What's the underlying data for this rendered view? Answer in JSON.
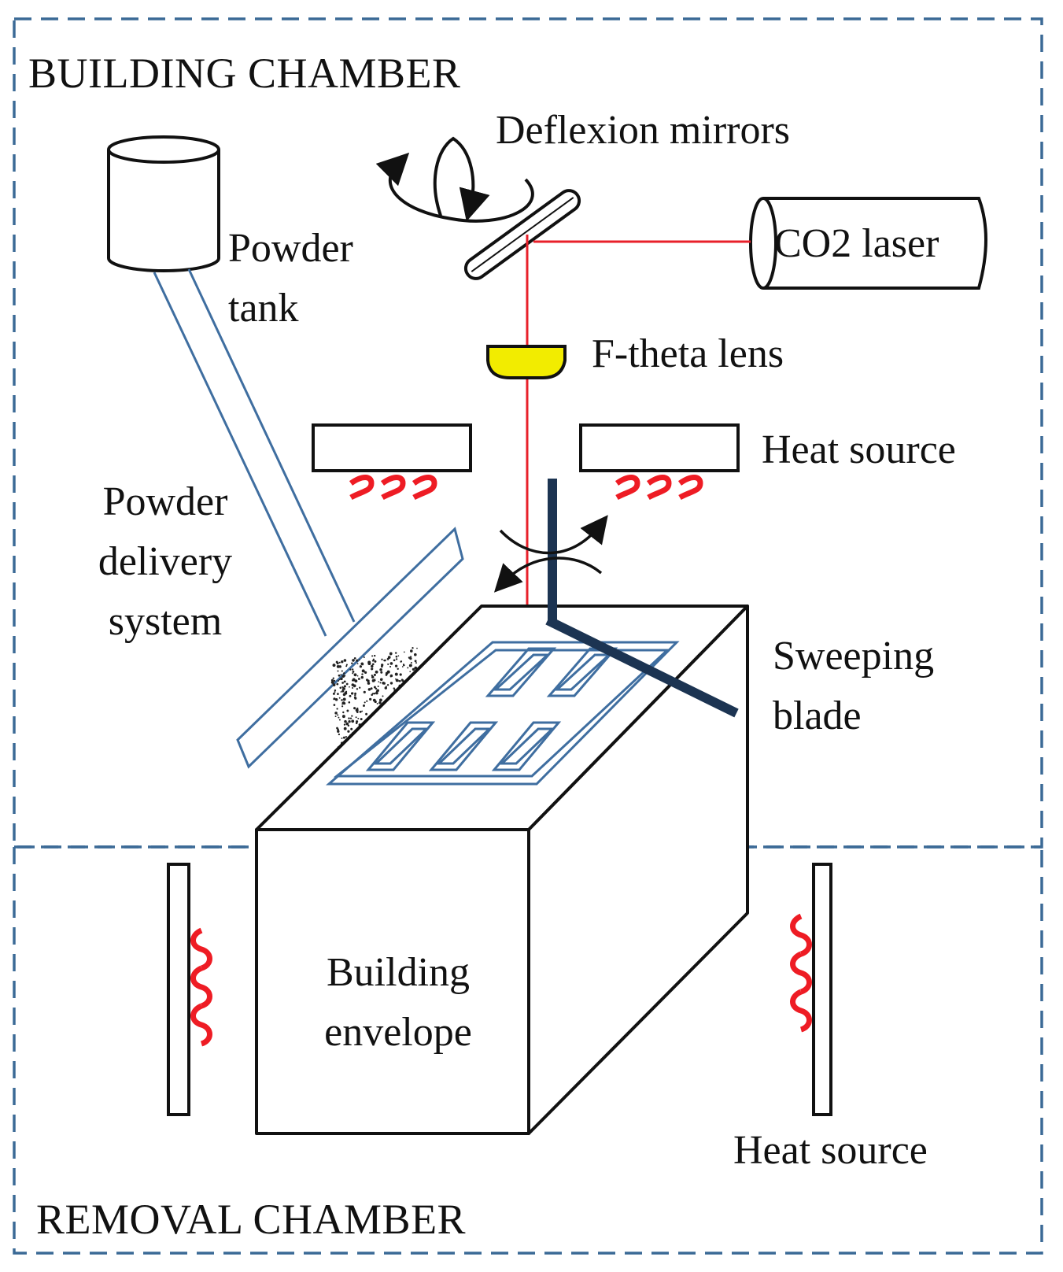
{
  "chambers": {
    "building": "BUILDING CHAMBER",
    "removal": "REMOVAL CHAMBER"
  },
  "labels": {
    "deflexion_mirrors": "Deflexion mirrors",
    "co2_laser": "CO2 laser",
    "powder_tank_line1": "Powder",
    "powder_tank_line2": "tank",
    "f_theta_lens": "F-theta lens",
    "heat_source_top": "Heat source",
    "powder_delivery_line1": "Powder",
    "powder_delivery_line2": "delivery",
    "powder_delivery_line3": "system",
    "sweeping_blade_line1": "Sweeping",
    "sweeping_blade_line2": "blade",
    "building_envelope_line1": "Building",
    "building_envelope_line2": "envelope",
    "heat_source_bottom": "Heat source"
  },
  "colors": {
    "chamber_border": "#3b6a96",
    "laser_beam": "#e8202a",
    "lens_fill": "#f2ec00",
    "heat_wave": "#ee1c24",
    "powder_outline": "#3f6ea0",
    "sweeping_blade": "#1c3452",
    "outline": "#111111"
  }
}
